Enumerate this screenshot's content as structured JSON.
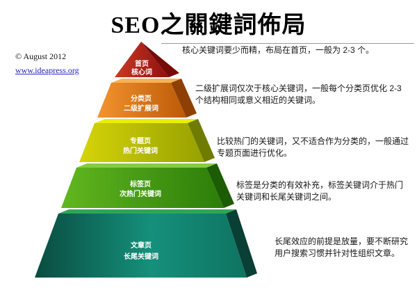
{
  "header": {
    "title": "SEO之關鍵詞佈局",
    "copyright": "© August 2012",
    "website": "www.ideapress.org"
  },
  "pyramid": {
    "levels": [
      {
        "page_label": "首页",
        "keyword_label": "核心词",
        "desc_lines": [
          "核心关键词要少而精，布局在首页，一般为 2-3 个。"
        ],
        "colors": {
          "left": "#C93A25",
          "right": "#8F0F0F",
          "side": "#760C08"
        }
      },
      {
        "page_label": "分类页",
        "keyword_label": "二级扩展词",
        "desc_lines": [
          "二级扩展词仅次于核心关键词，一般每个分类页优化 2-3",
          "个结构相同或意义相近的关键词。"
        ],
        "colors": {
          "left": "#F2942F",
          "right": "#BC5A08",
          "side": "#8E4004",
          "top": "#F6B254"
        }
      },
      {
        "page_label": "专题页",
        "keyword_label": "热门关键词",
        "desc_lines": [
          "比较热门的关键词，又不适合作为分类的，一般通过",
          "专题页面进行优化。"
        ],
        "colors": {
          "left": "#D6D409",
          "right": "#97A100",
          "side": "#6F7C00",
          "top": "#EAEE00"
        }
      },
      {
        "page_label": "标签页",
        "keyword_label": "次热门关键词",
        "desc_lines": [
          "标签是分类的有效补充，标签关键词介于热门",
          "关键词和长尾关键词之间。"
        ],
        "colors": {
          "left": "#62B71F",
          "right": "#2B7D09",
          "side": "#1C5C04",
          "top": "#84CD3F"
        }
      },
      {
        "page_label": "文章页",
        "keyword_label": "长尾关键词",
        "desc_lines": [
          "长尾效应的前提是放量，要不断研究",
          "用户搜索习惯并针对性组织文章。"
        ],
        "colors": {
          "left": "#0A4C40",
          "mid": "#15907B",
          "right": "#0E7361",
          "side": "#093F35",
          "top": "#2EA657"
        }
      }
    ]
  }
}
